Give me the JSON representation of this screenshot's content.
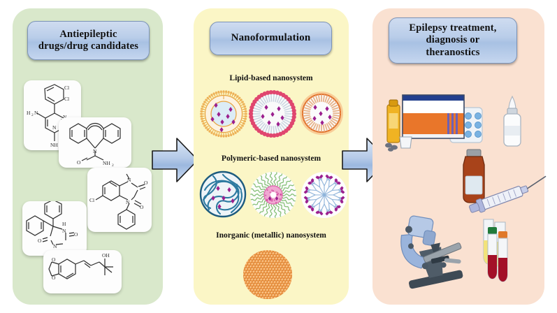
{
  "figure": {
    "title": "Antiepileptic drug nanoformulation workflow",
    "background": "#ffffff",
    "panel_count": 3
  },
  "panels": [
    {
      "id": "drugs",
      "header": "Antiepileptic\ndrugs/drug candidates",
      "header_line1": "Antiepileptic",
      "header_line2": "drugs/drug candidates",
      "background_color": "#d9e8cb",
      "items": [
        {
          "name": "lamotrigine",
          "label": "lamotrigine-structure",
          "atoms": [
            "H2N",
            "Cl",
            "Cl",
            "N",
            "N",
            "N",
            "NH2"
          ]
        },
        {
          "name": "carbamazepine",
          "label": "carbamazepine-structure",
          "atoms": [
            "N",
            "O",
            "NH2"
          ]
        },
        {
          "name": "clobazam",
          "label": "clobazam-structure",
          "atoms": [
            "Cl",
            "N",
            "N",
            "O",
            "O"
          ]
        },
        {
          "name": "phenytoin",
          "label": "phenytoin-structure",
          "atoms": [
            "H",
            "N",
            "N",
            "H",
            "O",
            "O"
          ]
        },
        {
          "name": "stiripentol",
          "label": "stiripentol-structure",
          "atoms": [
            "O",
            "O",
            "OH"
          ]
        }
      ]
    },
    {
      "id": "nanoformulation",
      "header": "Nanoformulation",
      "background_color": "#fbf6c6",
      "sections": [
        {
          "caption": "Lipid-based nanosystem",
          "items": [
            {
              "name": "liposome",
              "color": "#e8a33d"
            },
            {
              "name": "nanoemulsion",
              "color": "#d8436b"
            },
            {
              "name": "solid-lipid-nanoparticle",
              "color": "#e2702a"
            }
          ]
        },
        {
          "caption": "Polymeric-based nanosystem",
          "items": [
            {
              "name": "polymeric-nanoparticle",
              "color": "#1d5b7e"
            },
            {
              "name": "polymeric-micelle",
              "color": "#7dbb6e"
            },
            {
              "name": "dendrimer",
              "color": "#8fb4da"
            }
          ]
        },
        {
          "caption": "Inorganic (metallic) nanosystem",
          "items": [
            {
              "name": "metallic-nanoparticle",
              "color": "#e08b3c"
            }
          ]
        }
      ]
    },
    {
      "id": "outcomes",
      "header": "Epilepsy treatment,\ndiagnosis or\ntheranostics",
      "header_line1": "Epilepsy treatment,",
      "header_line2": "diagnosis or",
      "header_line3": "theranostics",
      "background_color": "#fae1d1",
      "items": [
        {
          "name": "medicine-box",
          "color": "#e9762a"
        },
        {
          "name": "syrup-bottle",
          "color": "#f0b323"
        },
        {
          "name": "blister-pack",
          "color": "#7fb4e0"
        },
        {
          "name": "nasal-spray-bottle",
          "color": "#f4f6f8"
        },
        {
          "name": "amber-vial",
          "color": "#a8431a"
        },
        {
          "name": "syringe",
          "color": "#b9bfe0"
        },
        {
          "name": "microscope",
          "color": "#9ab4dc"
        },
        {
          "name": "urine-sample-tubes",
          "color": "#f2e27a"
        },
        {
          "name": "blood-sample-tubes",
          "color": "#a31028"
        }
      ]
    }
  ],
  "arrows": [
    {
      "name": "arrow-drugs-to-nano",
      "direction": "right",
      "color": "#a9c3e2"
    },
    {
      "name": "arrow-nano-to-outcomes",
      "direction": "right",
      "color": "#a9c3e2"
    }
  ],
  "colors": {
    "pill_top": "#cfdcf0",
    "pill_mid": "#a8c1e3",
    "pill_border": "#7b93b8",
    "arrow_fill": "#a9c3e2",
    "arrow_border": "#1b1b1b",
    "text": "#101010"
  }
}
